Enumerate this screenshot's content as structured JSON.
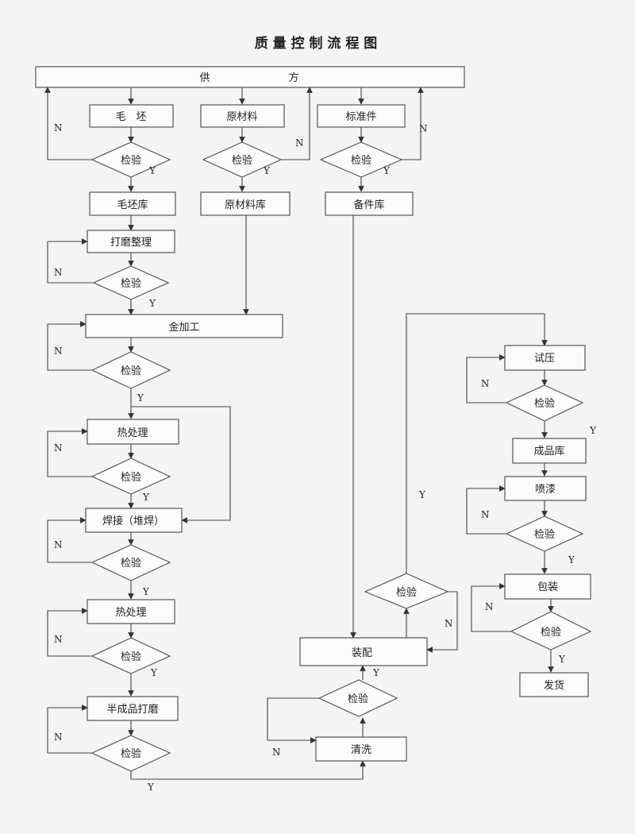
{
  "title": "质 量 控 制 流 程 图",
  "supply": {
    "left": "供",
    "right": "方"
  },
  "nodes": {
    "maopi": "毛　坯",
    "yuancailiao": "原材料",
    "biaozhunjian": "标准件",
    "maopiku": "毛坯库",
    "yuancailiaoku": "原材料库",
    "beijianku": "备件库",
    "damo": "打磨整理",
    "jiagong": "金加工",
    "rechuli1": "热处理",
    "hanjie": "焊接（堆焊）",
    "rechuli2": "热处理",
    "banchengpin": "半成品打磨",
    "qingxi": "清洗",
    "zhuangpei": "装配",
    "shiya": "试压",
    "chengpinku": "成品库",
    "penqi": "喷漆",
    "baozhuang": "包装",
    "fahuo": "发货"
  },
  "check_label": "检验",
  "yes_label": "Y",
  "no_label": "N"
}
